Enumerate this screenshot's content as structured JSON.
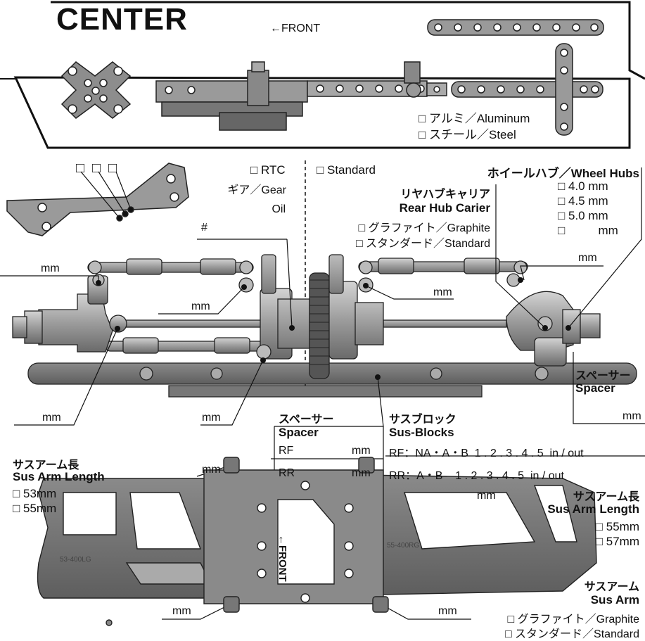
{
  "center": {
    "title": "CENTER",
    "front": "←FRONT",
    "material_aluminum": "□ アルミ／Aluminum",
    "material_steel": "□ スチール／Steel"
  },
  "rtc": {
    "rtc_label": "□ RTC",
    "standard_label": "□ Standard",
    "gear_label": "ギア／Gear",
    "oil_label": "Oil",
    "hash_label": "#"
  },
  "hub_carrier": {
    "title_jp": "リヤハブキャリア",
    "title_en": "Rear Hub Carier",
    "opt_graphite": "□ グラファイト／Graphite",
    "opt_standard": "□ スタンダード／Standard"
  },
  "wheel_hubs": {
    "title": "ホイールハブ／Wheel Hubs",
    "opt_1": "□ 4.0 mm",
    "opt_2": "□ 4.5 mm",
    "opt_3": "□ 5.0 mm",
    "opt_4": "□          mm"
  },
  "mm": "mm",
  "checkboxes": [
    "□",
    "□",
    "□"
  ],
  "spacer_right": {
    "jp": "スペーサー",
    "en": "Spacer"
  },
  "spacer_center": {
    "jp": "スペーサー",
    "en": "Spacer",
    "rf": "RF",
    "rr": "RR"
  },
  "sus_blocks": {
    "jp": "サスブロック",
    "en": "Sus-Blocks",
    "rf": "RF：NA・A・B  1 . 2 . 3 . 4 . 5  in / out",
    "rr": "RR：A・B    1 . 2 . 3 . 4 . 5  in / out"
  },
  "arm_length_left": {
    "jp": "サスアーム長",
    "en": "Sus Arm Length",
    "opt_1": "□ 53mm",
    "opt_2": "□ 55mm"
  },
  "arm_length_right": {
    "jp": "サスアーム長",
    "en": "Sus Arm Length",
    "opt_1": "□ 55mm",
    "opt_2": "□ 57mm"
  },
  "sus_arm": {
    "jp": "サスアーム",
    "en": "Sus Arm",
    "opt_graphite": "□ グラファイト／Graphite",
    "opt_standard": "□ スタンダード／Standard"
  },
  "arm_codes": {
    "left": "53-400LG",
    "right": "55-400RG"
  },
  "bottom_front": "←FRONT"
}
